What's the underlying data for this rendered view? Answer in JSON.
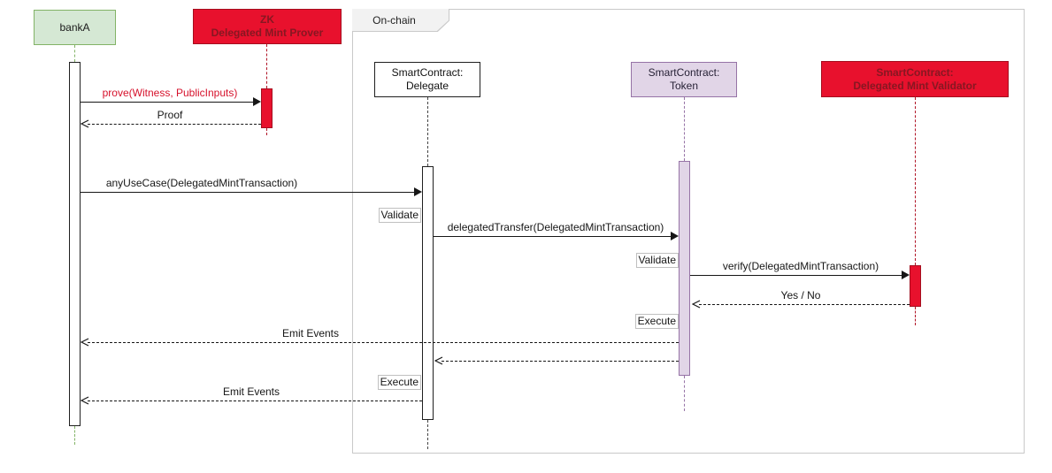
{
  "diagram": {
    "type": "UML sequence diagram",
    "frame": {
      "label": "On-chain"
    },
    "participants": [
      {
        "name": "bankA",
        "lines": [
          "bankA"
        ]
      },
      {
        "name": "ZK Delegated Mint Prover",
        "lines": [
          "ZK",
          "Delegated Mint Prover"
        ]
      },
      {
        "name": "SmartContract: Delegate",
        "lines": [
          "SmartContract:",
          "Delegate"
        ]
      },
      {
        "name": "SmartContract: Token",
        "lines": [
          "SmartContract:",
          "Token"
        ]
      },
      {
        "name": "SmartContract: Delegated Mint Validator",
        "lines": [
          "SmartContract:",
          "Delegated Mint Validator"
        ]
      }
    ],
    "messages": [
      {
        "label": "prove(Witness, PublicInputs)",
        "from": "bankA",
        "to": "ZK Delegated Mint Prover",
        "kind": "call"
      },
      {
        "label": "Proof",
        "from": "ZK Delegated Mint Prover",
        "to": "bankA",
        "kind": "return"
      },
      {
        "label": "anyUseCase(DelegatedMintTransaction)",
        "from": "bankA",
        "to": "SmartContract: Delegate",
        "kind": "call"
      },
      {
        "label": "delegatedTransfer(DelegatedMintTransaction)",
        "from": "SmartContract: Delegate",
        "to": "SmartContract: Token",
        "kind": "call"
      },
      {
        "label": "verify(DelegatedMintTransaction)",
        "from": "SmartContract: Token",
        "to": "SmartContract: Delegated Mint Validator",
        "kind": "call"
      },
      {
        "label": "Yes / No",
        "from": "SmartContract: Delegated Mint Validator",
        "to": "SmartContract: Token",
        "kind": "return"
      },
      {
        "label": "Emit Events",
        "from": "SmartContract: Token",
        "to": "bankA",
        "kind": "return"
      },
      {
        "label": "",
        "from": "SmartContract: Token",
        "to": "SmartContract: Delegate",
        "kind": "return"
      },
      {
        "label": "Emit Events",
        "from": "SmartContract: Delegate",
        "to": "bankA",
        "kind": "return"
      }
    ],
    "actions": [
      {
        "label": "Validate",
        "on": "SmartContract: Delegate"
      },
      {
        "label": "Validate",
        "on": "SmartContract: Token"
      },
      {
        "label": "Execute",
        "on": "SmartContract: Token"
      },
      {
        "label": "Execute",
        "on": "SmartContract: Delegate"
      }
    ],
    "colors": {
      "green_fill": "#d5e8d4",
      "green_stroke": "#82b366",
      "red_fill": "#e8112d",
      "red_stroke": "#a50e1f",
      "red_text": "#871722",
      "purple_fill": "#e1d5e7",
      "purple_stroke": "#9673a6",
      "frame_stroke": "#c9c9c9",
      "frame_tab_fill": "#f2f2f2",
      "message_color": "#161616",
      "prove_label_color": "#d6112b"
    }
  }
}
